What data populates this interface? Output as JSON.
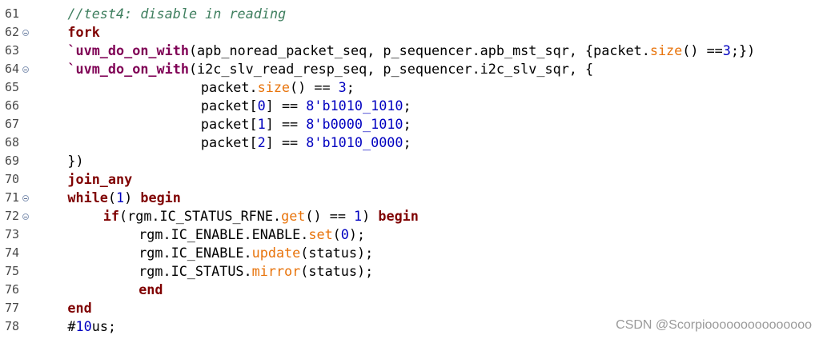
{
  "editor": {
    "lines": [
      {
        "num": "61",
        "fold": false,
        "indent": 4,
        "tokens": [
          {
            "t": "cm",
            "v": "//test4: disable in reading"
          }
        ]
      },
      {
        "num": "62",
        "fold": true,
        "indent": 4,
        "tokens": [
          {
            "t": "kw2",
            "v": "fork"
          }
        ]
      },
      {
        "num": "63",
        "fold": false,
        "indent": 4,
        "tokens": [
          {
            "t": "kw",
            "v": "`uvm_do_on_with"
          },
          {
            "t": "plain",
            "v": "(apb_noread_packet_seq, p_sequencer.apb_mst_sqr, {packet."
          },
          {
            "t": "fn",
            "v": "size"
          },
          {
            "t": "plain",
            "v": "() =="
          },
          {
            "t": "num",
            "v": "3"
          },
          {
            "t": "plain",
            "v": ";})"
          }
        ]
      },
      {
        "num": "64",
        "fold": true,
        "indent": 4,
        "tokens": [
          {
            "t": "kw",
            "v": "`uvm_do_on_with"
          },
          {
            "t": "plain",
            "v": "(i2c_slv_read_resp_seq, p_sequencer.i2c_slv_sqr, {"
          }
        ]
      },
      {
        "num": "65",
        "fold": false,
        "indent": 19,
        "tokens": [
          {
            "t": "plain",
            "v": "packet."
          },
          {
            "t": "fn",
            "v": "size"
          },
          {
            "t": "plain",
            "v": "() == "
          },
          {
            "t": "num",
            "v": "3"
          },
          {
            "t": "plain",
            "v": ";"
          }
        ]
      },
      {
        "num": "66",
        "fold": false,
        "indent": 19,
        "tokens": [
          {
            "t": "plain",
            "v": "packet["
          },
          {
            "t": "num",
            "v": "0"
          },
          {
            "t": "plain",
            "v": "] == "
          },
          {
            "t": "num",
            "v": "8'b1010_1010"
          },
          {
            "t": "plain",
            "v": ";"
          }
        ]
      },
      {
        "num": "67",
        "fold": false,
        "indent": 19,
        "tokens": [
          {
            "t": "plain",
            "v": "packet["
          },
          {
            "t": "num",
            "v": "1"
          },
          {
            "t": "plain",
            "v": "] == "
          },
          {
            "t": "num",
            "v": "8'b0000_1010"
          },
          {
            "t": "plain",
            "v": ";"
          }
        ]
      },
      {
        "num": "68",
        "fold": false,
        "indent": 19,
        "tokens": [
          {
            "t": "plain",
            "v": "packet["
          },
          {
            "t": "num",
            "v": "2"
          },
          {
            "t": "plain",
            "v": "] == "
          },
          {
            "t": "num",
            "v": "8'b1010_0000"
          },
          {
            "t": "plain",
            "v": ";"
          }
        ]
      },
      {
        "num": "69",
        "fold": false,
        "indent": 4,
        "tokens": [
          {
            "t": "plain",
            "v": "})"
          }
        ]
      },
      {
        "num": "70",
        "fold": false,
        "indent": 4,
        "tokens": [
          {
            "t": "kw2",
            "v": "join_any"
          }
        ]
      },
      {
        "num": "71",
        "fold": true,
        "indent": 4,
        "tokens": [
          {
            "t": "kw2",
            "v": "while"
          },
          {
            "t": "plain",
            "v": "("
          },
          {
            "t": "num",
            "v": "1"
          },
          {
            "t": "plain",
            "v": ") "
          },
          {
            "t": "kw2",
            "v": "begin"
          }
        ]
      },
      {
        "num": "72",
        "fold": true,
        "indent": 8,
        "tokens": [
          {
            "t": "kw2",
            "v": "if"
          },
          {
            "t": "plain",
            "v": "(rgm.IC_STATUS_RFNE."
          },
          {
            "t": "fn",
            "v": "get"
          },
          {
            "t": "plain",
            "v": "() == "
          },
          {
            "t": "num",
            "v": "1"
          },
          {
            "t": "plain",
            "v": ") "
          },
          {
            "t": "kw2",
            "v": "begin"
          }
        ]
      },
      {
        "num": "73",
        "fold": false,
        "indent": 12,
        "tokens": [
          {
            "t": "plain",
            "v": "rgm.IC_ENABLE.ENABLE."
          },
          {
            "t": "fn",
            "v": "set"
          },
          {
            "t": "plain",
            "v": "("
          },
          {
            "t": "num",
            "v": "0"
          },
          {
            "t": "plain",
            "v": ");"
          }
        ]
      },
      {
        "num": "74",
        "fold": false,
        "indent": 12,
        "tokens": [
          {
            "t": "plain",
            "v": "rgm.IC_ENABLE."
          },
          {
            "t": "fn",
            "v": "update"
          },
          {
            "t": "plain",
            "v": "(status);"
          }
        ]
      },
      {
        "num": "75",
        "fold": false,
        "indent": 12,
        "tokens": [
          {
            "t": "plain",
            "v": "rgm.IC_STATUS."
          },
          {
            "t": "fn",
            "v": "mirror"
          },
          {
            "t": "plain",
            "v": "(status);"
          }
        ]
      },
      {
        "num": "76",
        "fold": false,
        "indent": 12,
        "tokens": [
          {
            "t": "kw2",
            "v": "end"
          }
        ]
      },
      {
        "num": "77",
        "fold": false,
        "indent": 4,
        "tokens": [
          {
            "t": "kw2",
            "v": "end"
          }
        ]
      },
      {
        "num": "78",
        "fold": false,
        "indent": 4,
        "tokens": [
          {
            "t": "plain",
            "v": "#"
          },
          {
            "t": "num",
            "v": "10"
          },
          {
            "t": "plain",
            "v": "us;"
          }
        ]
      }
    ]
  },
  "watermark": "CSDN @Scorpiooooooooooooooo"
}
